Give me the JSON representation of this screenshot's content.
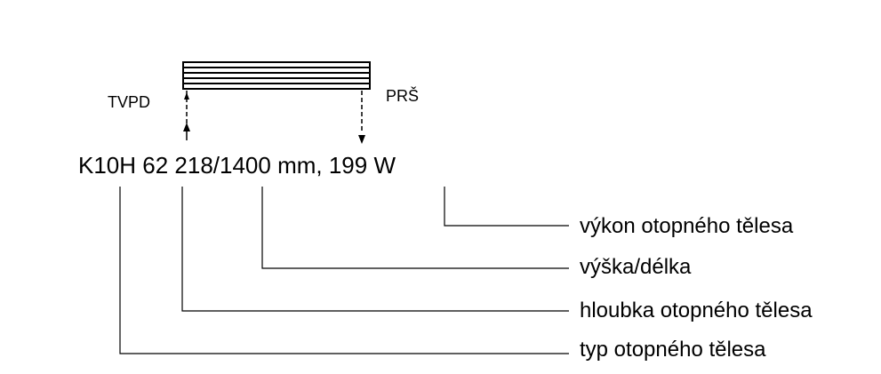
{
  "diagram": {
    "heater": {
      "inlet_label": "TVPD",
      "outlet_label": "PRŠ"
    },
    "designation": "K10H 62 218/1400 mm, 199 W",
    "explanations": [
      {
        "text": "výkon otopného tělesa"
      },
      {
        "text": "výška/délka"
      },
      {
        "text": "hloubka otopného tělesa"
      },
      {
        "text": "typ otopného tělesa"
      }
    ],
    "colors": {
      "line": "#000000",
      "background": "#ffffff"
    }
  }
}
